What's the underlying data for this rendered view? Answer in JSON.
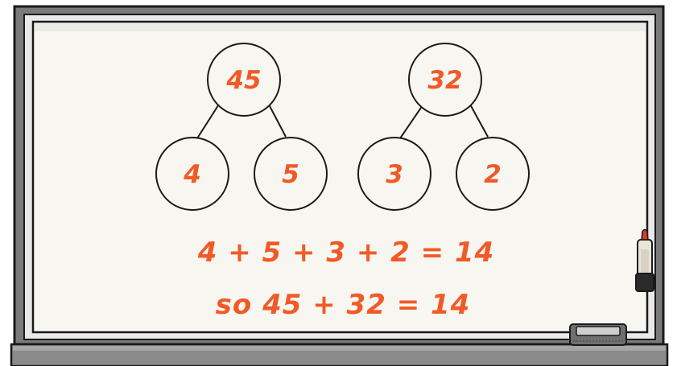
{
  "trees": [
    {
      "root": "45",
      "children": [
        "4",
        "5"
      ]
    },
    {
      "root": "32",
      "children": [
        "3",
        "2"
      ]
    }
  ],
  "equations": [
    "4 + 5 + 3 + 2 = 14",
    "so 45 + 32 = 14"
  ],
  "colors": {
    "ink": "#f05a28",
    "board": "#f8f6f0",
    "frame": "#777777",
    "line": "#1a1a1a"
  },
  "icons": [
    "marker-icon",
    "eraser-icon"
  ]
}
